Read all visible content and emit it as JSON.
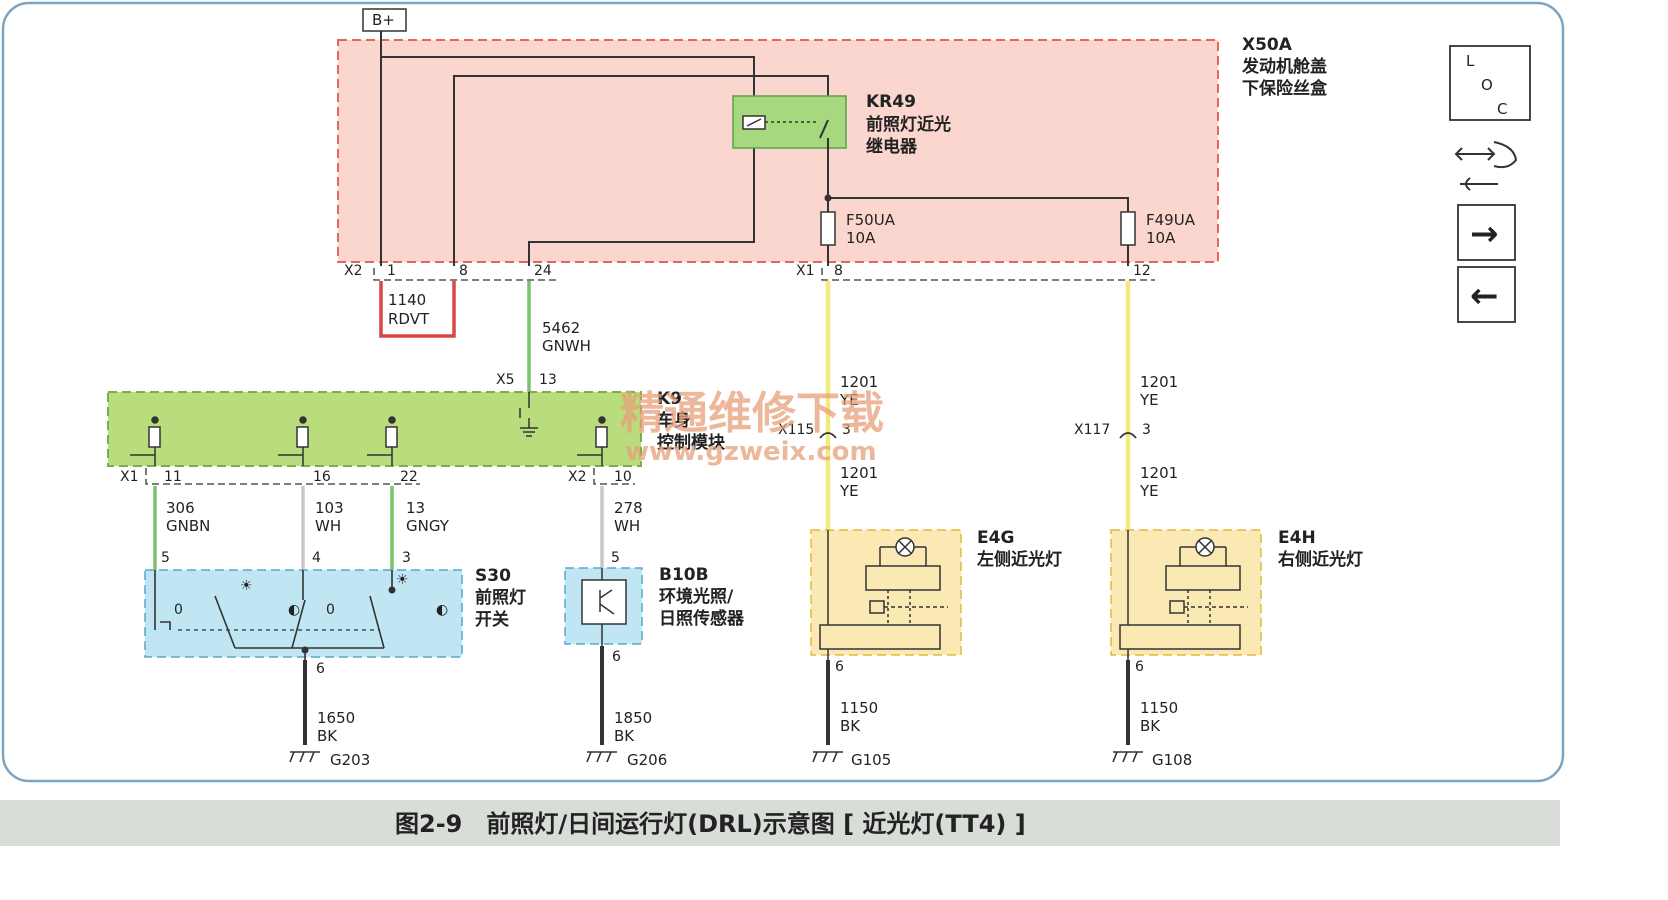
{
  "supply": "B+",
  "fusebox": {
    "id": "X50A",
    "name_line1": "发动机舱盖",
    "name_line2": "下保险丝盒"
  },
  "relay": {
    "id": "KR49",
    "name_line1": "前照灯近光",
    "name_line2": "继电器"
  },
  "fuses": [
    {
      "id": "F50UA",
      "rating": "10A"
    },
    {
      "id": "F49UA",
      "rating": "10A"
    }
  ],
  "connectors": {
    "x2": "X2",
    "x1": "X1",
    "x5": "X5",
    "x115": "X115",
    "x117": "X117"
  },
  "pins": {
    "p1": "1",
    "p8": "8",
    "p24": "24",
    "p8b": "8",
    "p12": "12",
    "p13": "13",
    "p3a": "3",
    "p3b": "3",
    "p11": "11",
    "p16": "16",
    "p22": "22",
    "p10": "10",
    "p5": "5",
    "p4": "4",
    "p3": "3",
    "p5b": "5",
    "p6a": "6",
    "p6b": "6",
    "p6c": "6",
    "p6d": "6"
  },
  "wires": [
    {
      "circuit": "1140",
      "color": "RDVT"
    },
    {
      "circuit": "5462",
      "color": "GNWH"
    },
    {
      "circuit": "1201",
      "color": "YE"
    },
    {
      "circuit": "306",
      "color": "GNBN"
    },
    {
      "circuit": "103",
      "color": "WH"
    },
    {
      "circuit": "13",
      "color": "GNGY"
    },
    {
      "circuit": "278",
      "color": "WH"
    },
    {
      "circuit": "1650",
      "color": "BK"
    },
    {
      "circuit": "1850",
      "color": "BK"
    },
    {
      "circuit": "1150",
      "color": "BK"
    }
  ],
  "module": {
    "id": "K9",
    "name_line1": "车身",
    "name_line2": "控制模块"
  },
  "switch": {
    "id": "S30",
    "name_line1": "前照灯",
    "name_line2": "开关",
    "pos0": "0",
    "pos1": "0"
  },
  "sensor": {
    "id": "B10B",
    "name_line1": "环境光照/",
    "name_line2": "日照传感器"
  },
  "lamps": [
    {
      "id": "E4G",
      "name": "左侧近光灯"
    },
    {
      "id": "E4H",
      "name": "右侧近光灯"
    }
  ],
  "grounds": [
    "G203",
    "G206",
    "G105",
    "G108"
  ],
  "loc_icon": {
    "l": "L",
    "o": "O",
    "c": "C"
  },
  "watermark": {
    "cn": "精通维修下载",
    "url": "www.gzweix.com"
  },
  "caption": "图2-9　前照灯/日间运行灯(DRL)示意图 [ 近光灯(TT4) ]",
  "colors": {
    "fusebox_fill": "#fbd6cf",
    "fusebox_border": "#e2685a",
    "module_fill": "#b9dc7c",
    "switch_fill": "#bfe6f2",
    "lamp_fill": "#fbe9b4",
    "wire_yellow": "#f1ea7c",
    "wire_red": "#d94646",
    "wire_green": "#7cc26c"
  }
}
